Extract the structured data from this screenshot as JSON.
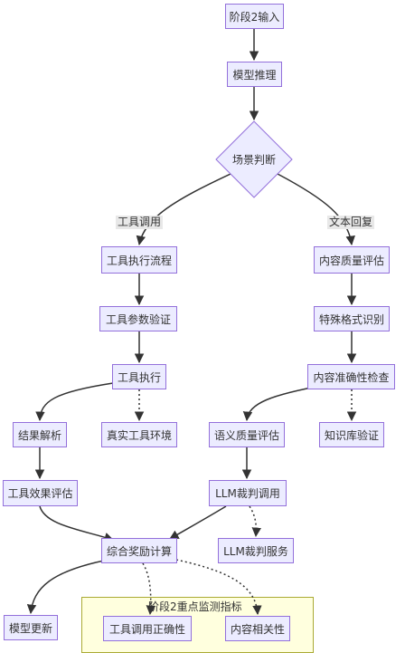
{
  "nodes": {
    "stage2_input": "阶段2输入",
    "model_inference": "模型推理",
    "scene_judgment": "场景判断",
    "tool_exec_flow": "工具执行流程",
    "tool_param_validate": "工具参数验证",
    "tool_exec": "工具执行",
    "result_parse": "结果解析",
    "real_tool_env": "真实工具环境",
    "tool_effect_eval": "工具效果评估",
    "content_quality_eval": "内容质量评估",
    "special_format_recog": "特殊格式识别",
    "content_accuracy_check": "内容准确性检查",
    "semantic_quality_eval": "语义质量评估",
    "knowledge_base_verify": "知识库验证",
    "llm_judge_call": "LLM裁判调用",
    "llm_judge_service": "LLM裁判服务",
    "combined_reward_calc": "综合奖励计算",
    "model_update": "模型更新",
    "tool_call_correctness": "工具调用正确性",
    "content_relevance": "内容相关性"
  },
  "edge_labels": {
    "tool_call": "工具调用",
    "text_reply": "文本回复"
  },
  "cluster": {
    "title": "阶段2重点监测指标"
  },
  "colors": {
    "node_fill": "#ECECFF",
    "node_stroke": "#9370DB",
    "edge": "#333333",
    "cluster_fill": "#ffffde",
    "cluster_stroke": "#aaaa33",
    "label_bg": "#e8e8e8"
  }
}
